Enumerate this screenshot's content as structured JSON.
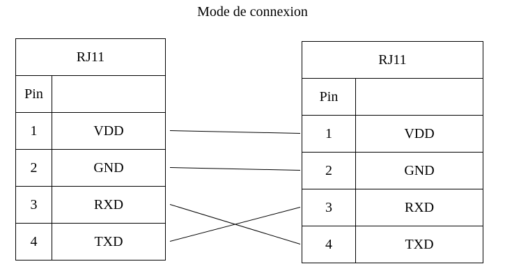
{
  "title": "Mode de connexion",
  "left_table": {
    "header": "RJ11",
    "pin_label": "Pin",
    "rows": [
      {
        "pin": "1",
        "signal": "VDD"
      },
      {
        "pin": "2",
        "signal": "GND"
      },
      {
        "pin": "3",
        "signal": "RXD"
      },
      {
        "pin": "4",
        "signal": "TXD"
      }
    ]
  },
  "right_table": {
    "header": "RJ11",
    "pin_label": "Pin",
    "rows": [
      {
        "pin": "1",
        "signal": "VDD"
      },
      {
        "pin": "2",
        "signal": "GND"
      },
      {
        "pin": "3",
        "signal": "RXD"
      },
      {
        "pin": "4",
        "signal": "TXD"
      }
    ]
  },
  "connections": [
    {
      "from_pin": "1",
      "to_pin": "1"
    },
    {
      "from_pin": "2",
      "to_pin": "2"
    },
    {
      "from_pin": "3",
      "to_pin": "4"
    },
    {
      "from_pin": "4",
      "to_pin": "3"
    }
  ]
}
